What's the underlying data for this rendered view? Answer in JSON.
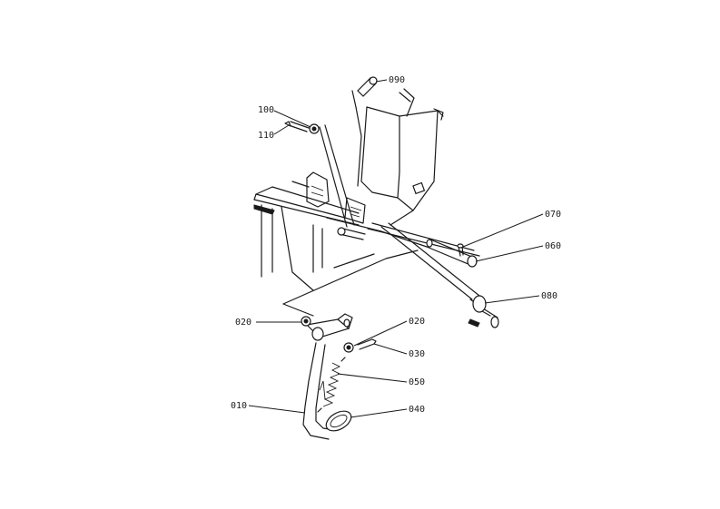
{
  "parts": [
    {
      "id": "p010",
      "label": "010"
    },
    {
      "id": "p020a",
      "label": "020"
    },
    {
      "id": "p020b",
      "label": "020"
    },
    {
      "id": "p030",
      "label": "030"
    },
    {
      "id": "p040",
      "label": "040"
    },
    {
      "id": "p050",
      "label": "050"
    },
    {
      "id": "p060",
      "label": "060"
    },
    {
      "id": "p070",
      "label": "070"
    },
    {
      "id": "p080",
      "label": "080"
    },
    {
      "id": "p090",
      "label": "090"
    },
    {
      "id": "p100",
      "label": "100"
    },
    {
      "id": "p110",
      "label": "110"
    }
  ],
  "colors": {
    "line": "#1a1a1a",
    "background": "#ffffff"
  }
}
